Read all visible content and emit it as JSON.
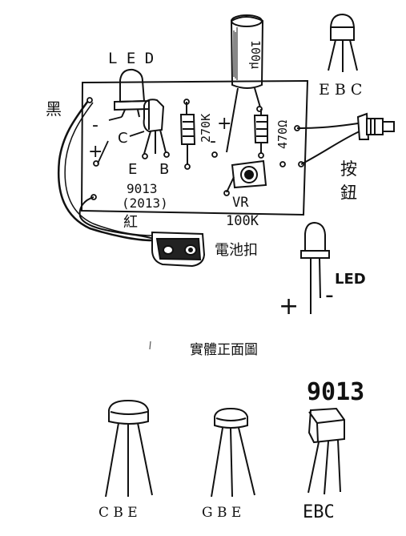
{
  "labels": {
    "led_top": "L E D",
    "hei": "黑",
    "minus_small": "-",
    "plus_small": "+",
    "c_label": "C",
    "e_label": "E",
    "b_label": "B",
    "r1_value": "270K",
    "r2_value": "470Ω",
    "cap_value": "100μ",
    "cap_plus": "+",
    "cap_minus": "-",
    "transistor_code": "9013",
    "transistor_alt": "(2013)",
    "hong": "紅",
    "vr_label": "VR",
    "vr_value": "100K",
    "battery_clip": "電池扣",
    "button_char1": "按",
    "button_char2": "鈕",
    "top_ebc": "E B C",
    "led_right": "LED",
    "led_plus": "+",
    "led_minus": "-",
    "view_title": "實體正面圖",
    "bottom_9013": "9013",
    "pins1": "C B E",
    "pins2": "G B E",
    "pins3": "EBC"
  }
}
